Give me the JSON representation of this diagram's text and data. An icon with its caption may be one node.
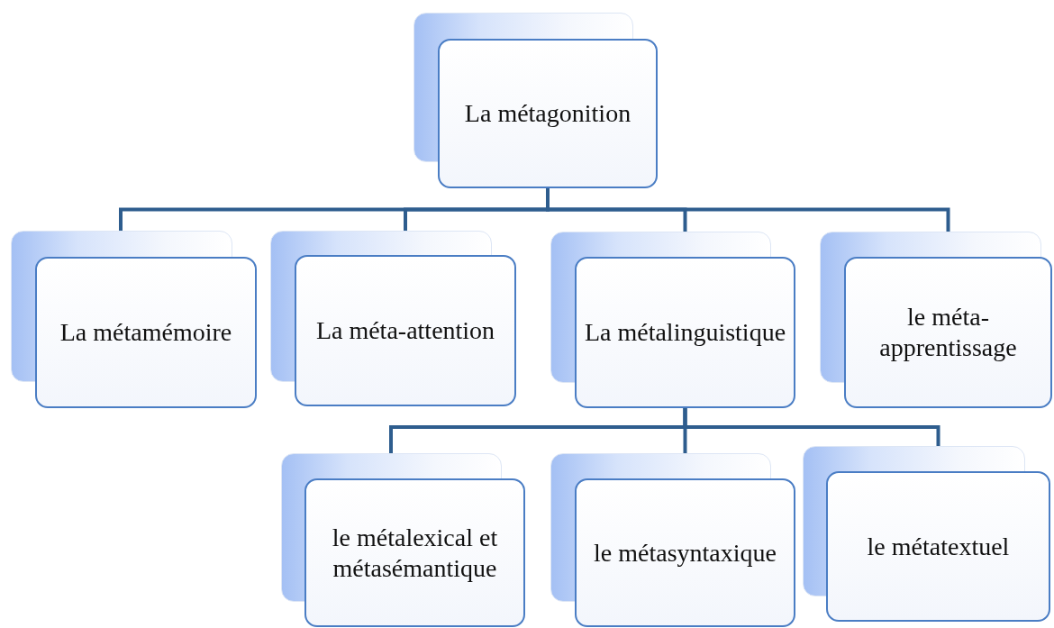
{
  "diagram": {
    "nodes": [
      {
        "text": [
          "La métagonition"
        ]
      },
      {
        "text": [
          "La métamémoire"
        ]
      },
      {
        "text": [
          "La méta-attention"
        ]
      },
      {
        "text": [
          "La métalinguistique"
        ]
      },
      {
        "text": [
          "le méta-apprentissage"
        ]
      },
      {
        "text": [
          "le métalexical et métasémantique"
        ]
      },
      {
        "text": [
          "le métasyntaxique"
        ]
      },
      {
        "text": [
          "le métatextuel"
        ]
      }
    ],
    "edges": [
      {
        "from": 0,
        "to": 1,
        "arrow": "none"
      },
      {
        "from": 0,
        "to": 2,
        "arrow": "none"
      },
      {
        "from": 0,
        "to": 3,
        "arrow": "none"
      },
      {
        "from": 0,
        "to": 4,
        "arrow": "none"
      },
      {
        "from": 3,
        "to": 5,
        "arrow": "none"
      },
      {
        "from": 3,
        "to": 6,
        "arrow": "none"
      },
      {
        "from": 3,
        "to": 7,
        "arrow": "none"
      }
    ]
  }
}
